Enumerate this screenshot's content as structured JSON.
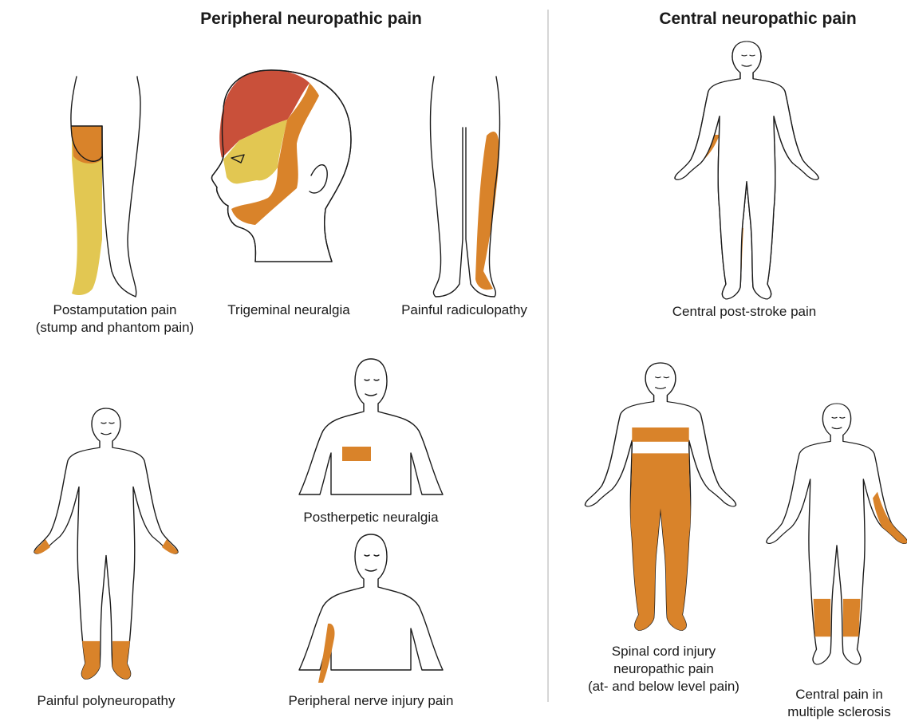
{
  "headings": {
    "peripheral": "Peripheral neuropathic pain",
    "central": "Central neuropathic pain"
  },
  "colors": {
    "orange": "#d9832a",
    "yellow": "#e2c752",
    "red": "#c9503a",
    "outline": "#1a1a1a",
    "divider": "#bbbbbb"
  },
  "captions": {
    "postamputation": {
      "line1": "Postamputation pain",
      "line2": "(stump and phantom pain)"
    },
    "trigeminal": "Trigeminal neuralgia",
    "radiculopathy": "Painful radiculopathy",
    "polyneuropathy": "Painful polyneuropathy",
    "postherpetic": "Postherpetic neuralgia",
    "peripheral_nerve_injury": "Peripheral nerve injury pain",
    "central_post_stroke": "Central post-stroke pain",
    "spinal_cord": {
      "line1": "Spinal cord injury",
      "line2": "neuropathic pain",
      "line3": "(at- and below level pain)"
    },
    "multiple_sclerosis": {
      "line1": "Central pain in",
      "line2": "multiple sclerosis"
    }
  }
}
